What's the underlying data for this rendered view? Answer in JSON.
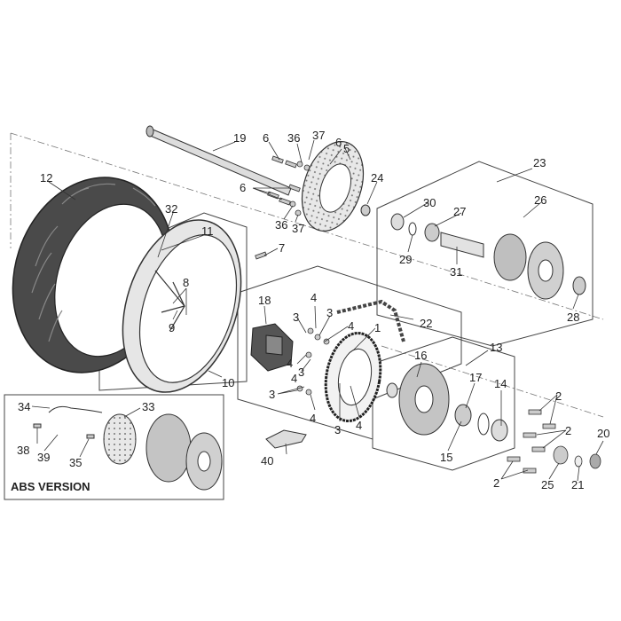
{
  "diagram": {
    "labels": {
      "p1": "1",
      "p2": "2",
      "p3": "3",
      "p4": "4",
      "p5": "5",
      "p6": "6",
      "p7": "7",
      "p8": "8",
      "p9": "9",
      "p10": "10",
      "p11": "11",
      "p12": "12",
      "p13": "13",
      "p14": "14",
      "p15": "15",
      "p16": "16",
      "p17": "17",
      "p18": "18",
      "p19": "19",
      "p20": "20",
      "p21": "21",
      "p22": "22",
      "p23": "23",
      "p24": "24",
      "p25": "25",
      "p26": "26",
      "p27": "27",
      "p28": "28",
      "p29": "29",
      "p30": "30",
      "p31": "31",
      "p32": "32",
      "p33": "33",
      "p34": "34",
      "p35": "35",
      "p36": "36",
      "p37": "37",
      "p38": "38",
      "p39": "39",
      "p40": "40"
    },
    "abs_panel_title": "ABS VERSION"
  },
  "colors": {
    "line": "#333333",
    "tire": "#4a4a4a",
    "part_fill": "#d8d8d8",
    "hub_fill": "#bfbfbf",
    "background": "#ffffff"
  }
}
